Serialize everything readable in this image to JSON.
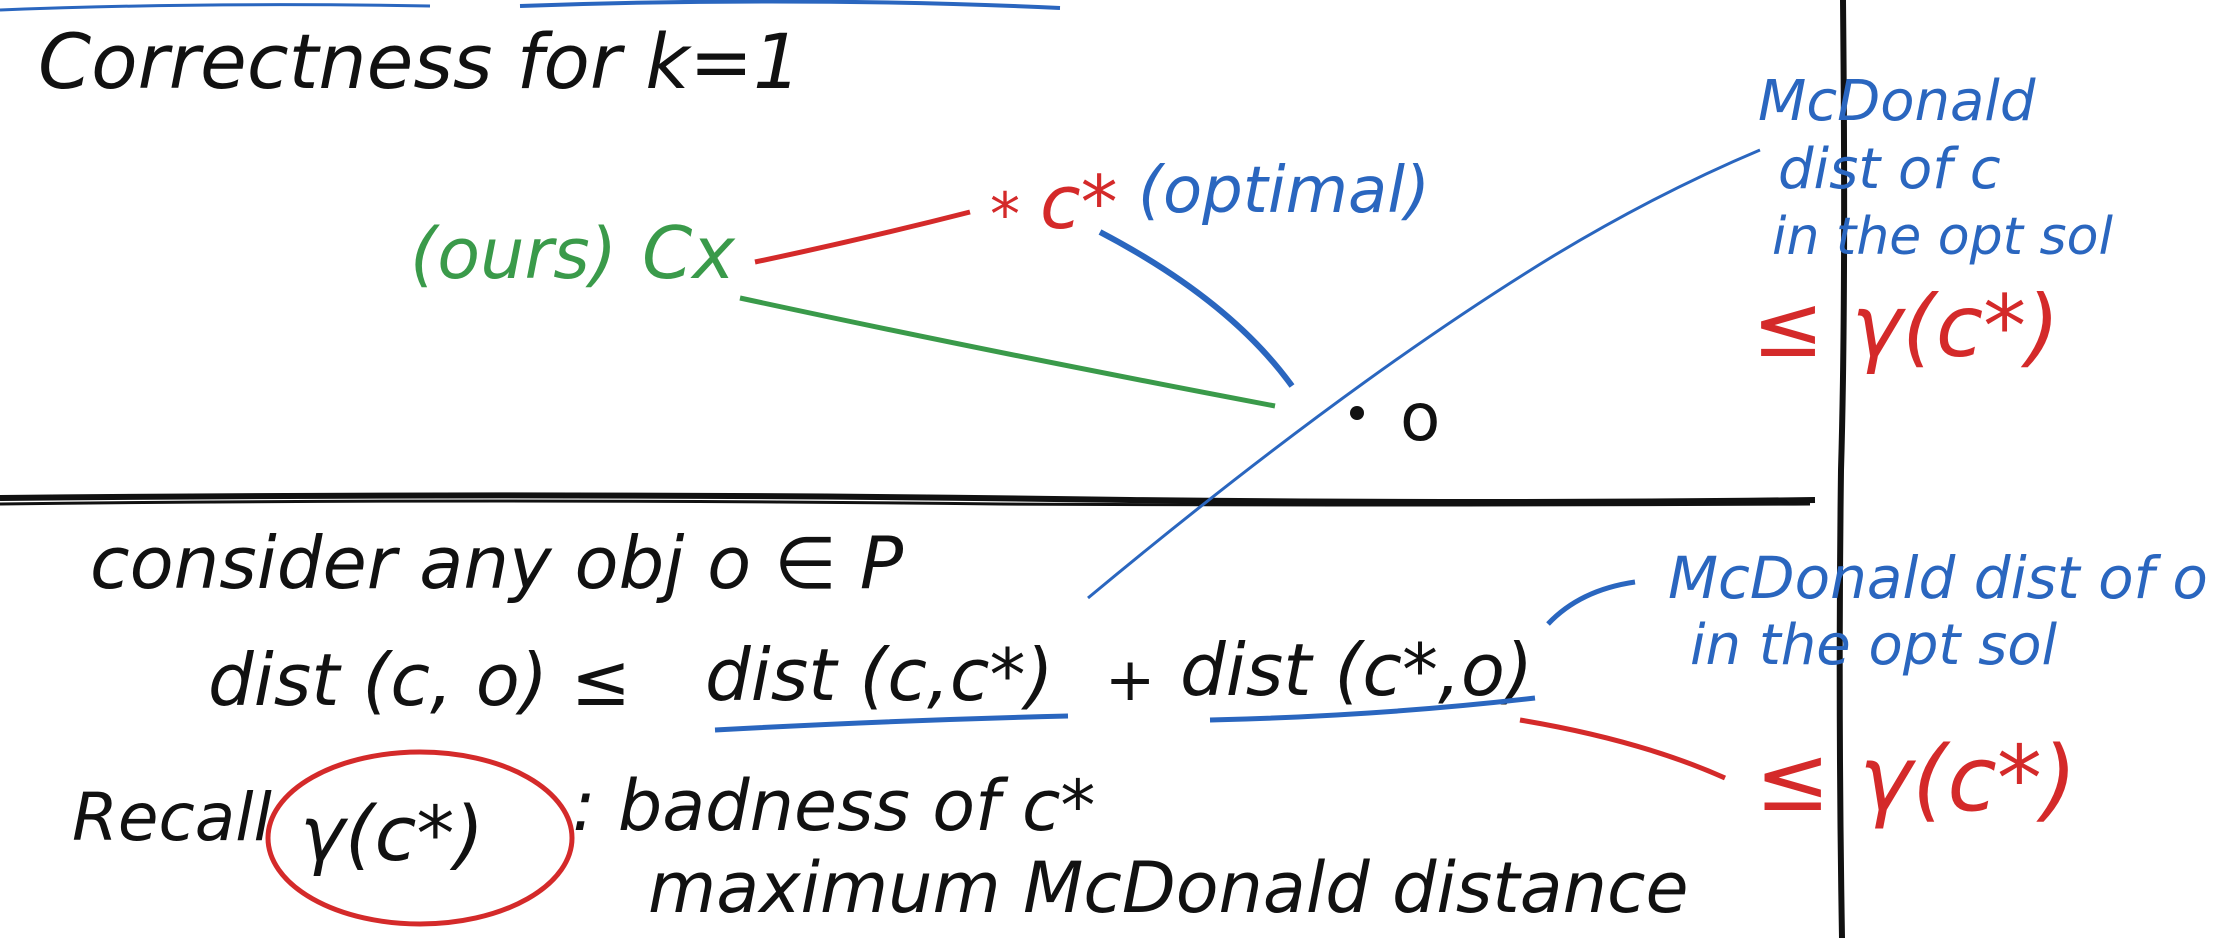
{
  "colors": {
    "ink": "#111111",
    "blue": "#2a66bf",
    "red": "#d42a2a",
    "green": "#3a9a4a",
    "background": "#ffffff"
  },
  "top": {
    "title": "Correctness for k=1",
    "ours_label": "(ours)",
    "c_x": "Cx",
    "star_mark": "*",
    "c_star": "c*",
    "optimal_label": "(optimal)",
    "o_label": "o"
  },
  "side_top": {
    "line1": "McDonald",
    "line2": "dist of c",
    "line3": "in the opt sol",
    "bound": "≤ γ(c*)"
  },
  "bottom": {
    "consider": "consider any obj o ∈ P",
    "ineq_left": "dist (c, o) ≤",
    "term1": "dist (c,c*)",
    "plus": "+",
    "term2": "dist (c*,o)",
    "recall": "Recall",
    "gamma": "γ(c*)",
    "colon_text": ": badness of c*",
    "max_text": "maximum McDonald distance"
  },
  "side_bottom": {
    "line1": "McDonald dist of o",
    "line2": "in the opt sol",
    "bound": "≤ γ(c*)"
  }
}
